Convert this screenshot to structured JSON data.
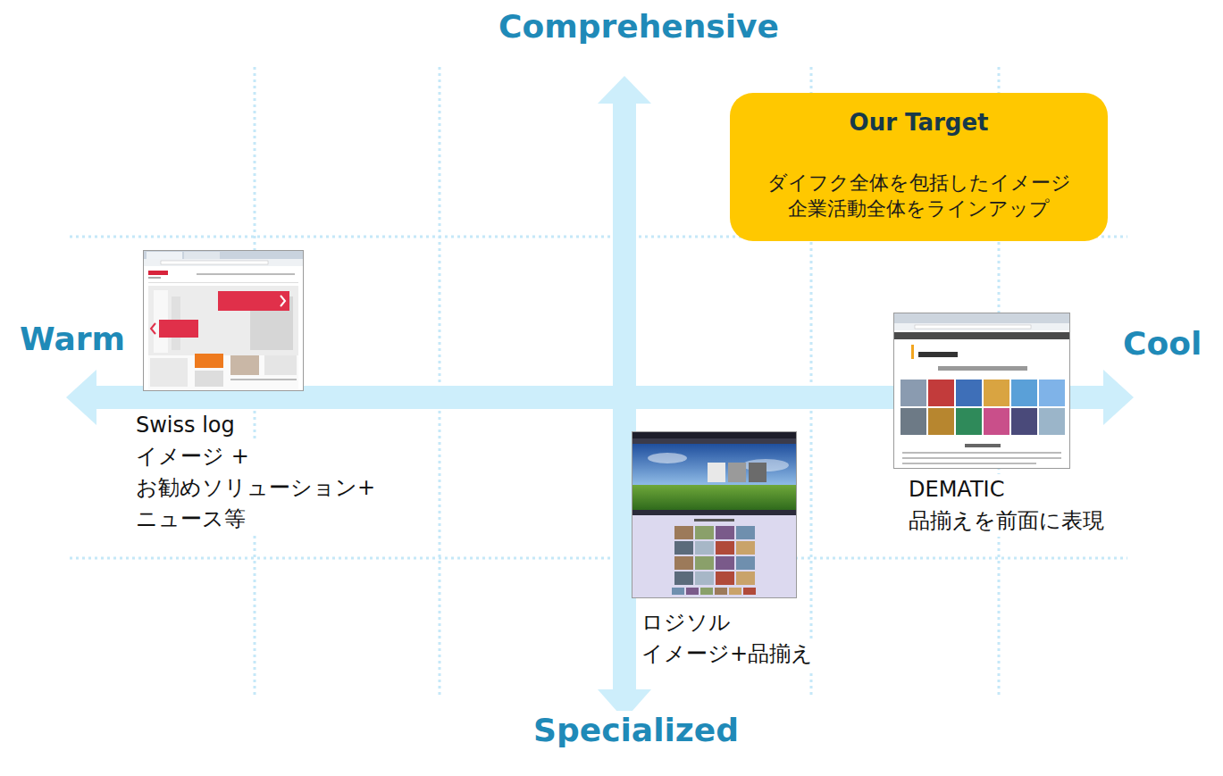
{
  "diagram": {
    "nodes": [
      {
        "text": [
          "Our Target",
          "ダイフク全体を包括したイメージ 企業活動全体をラインアップ"
        ]
      },
      {
        "text": [
          "Swiss log",
          "イメージ + お勧めソリューション+ ニュース等"
        ]
      },
      {
        "text": [
          "DEMATIC",
          "品揃えを前面に表現"
        ]
      },
      {
        "text": [
          "ロジソル",
          "イメージ+品揃え"
        ]
      }
    ],
    "labels": [
      "Comprehensive",
      "Warm",
      "Cool",
      "Specialized"
    ]
  }
}
